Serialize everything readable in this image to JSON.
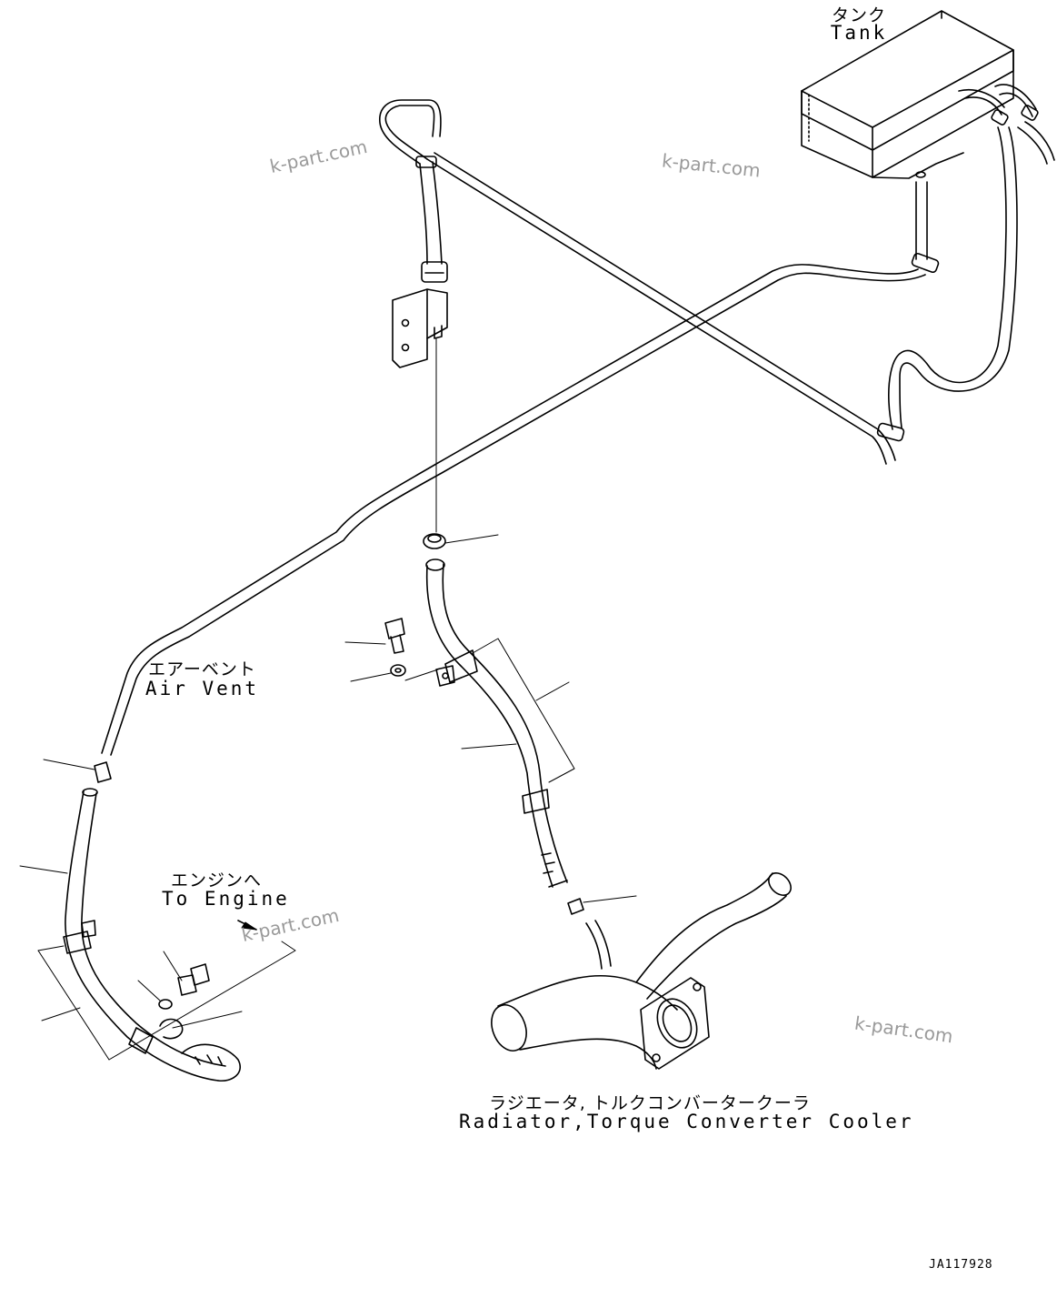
{
  "labels": {
    "tank_jp": "タンク",
    "tank_en": "Tank",
    "air_vent_jp": "エアーベント",
    "air_vent_en": "Air Vent",
    "to_engine_jp": "エンジンへ",
    "to_engine_en": "To Engine",
    "radiator_jp": "ラジエータ, トルクコンバータークーラ",
    "radiator_en": "Radiator,Torque Converter Cooler"
  },
  "watermarks": [
    "k-part.com",
    "k-part.com",
    "k-part.com",
    "k-part.com"
  ],
  "drawing_code": "JA117928"
}
